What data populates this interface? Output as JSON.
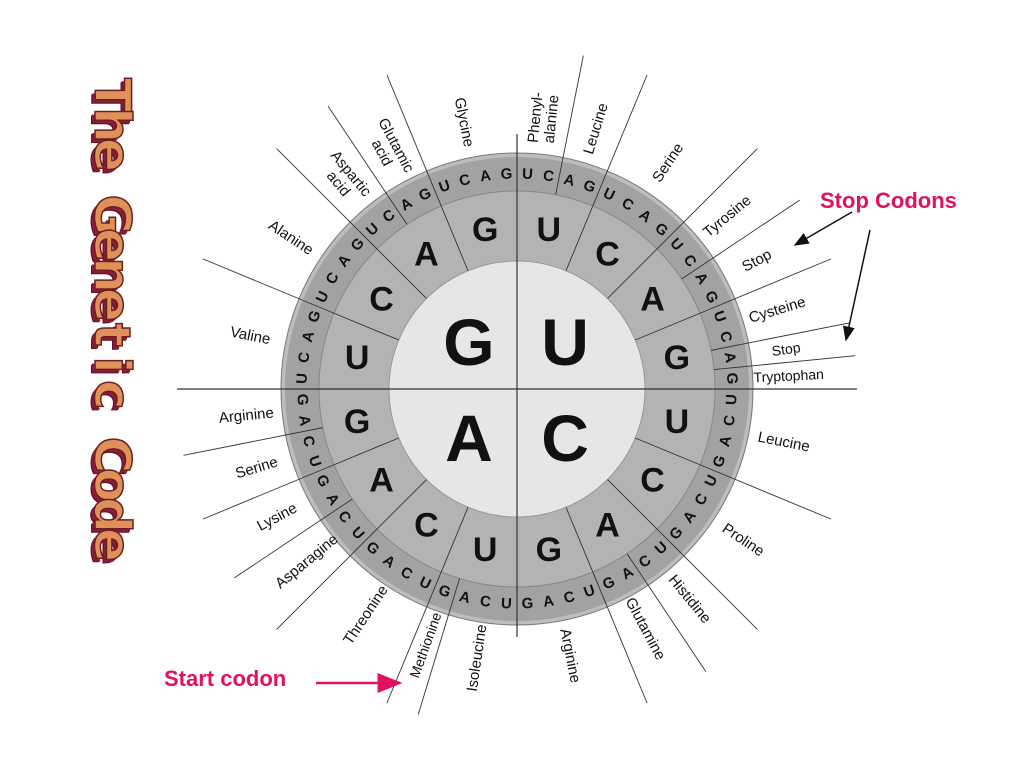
{
  "title": {
    "text": "The Genetic Code",
    "colors": {
      "fill": "#e0915a",
      "outline": "#6b1f1f",
      "shadow": "#8a1c3a"
    }
  },
  "annotations": {
    "stop_codons": "Stop Codons",
    "start_codon": "Start codon",
    "color": "#e0115f"
  },
  "wheel": {
    "inner": [
      {
        "base": "G",
        "quadrant": "top-left"
      },
      {
        "base": "U",
        "quadrant": "top-right"
      },
      {
        "base": "C",
        "quadrant": "bottom-right"
      },
      {
        "base": "A",
        "quadrant": "bottom-left"
      }
    ],
    "second_ring": [
      "U",
      "C",
      "A",
      "G",
      "U",
      "C",
      "A",
      "G",
      "U",
      "C",
      "A",
      "G",
      "U",
      "C",
      "A",
      "G"
    ],
    "third_ring": [
      "U",
      "C",
      "A",
      "G",
      "U",
      "C",
      "A",
      "G",
      "U",
      "C",
      "A",
      "G",
      "U",
      "C",
      "A",
      "G",
      "U",
      "C",
      "A",
      "G",
      "U",
      "C",
      "A",
      "G",
      "U",
      "C",
      "A",
      "G",
      "U",
      "C",
      "A",
      "G",
      "U",
      "C",
      "A",
      "G",
      "U",
      "C",
      "A",
      "G",
      "U",
      "C",
      "A",
      "G",
      "U",
      "C",
      "A",
      "G",
      "U",
      "C",
      "A",
      "G",
      "U",
      "C",
      "A",
      "G",
      "U",
      "C",
      "A",
      "G",
      "U",
      "C",
      "A",
      "G"
    ],
    "amino_acids": [
      {
        "name": "Phenyl-\nalanine",
        "label": [
          "Phenyl-",
          "alanine"
        ],
        "from": 0,
        "to": 2
      },
      {
        "name": "Leucine",
        "label": [
          "Leucine"
        ],
        "from": 2,
        "to": 4
      },
      {
        "name": "Serine",
        "label": [
          "Serine"
        ],
        "from": 4,
        "to": 8
      },
      {
        "name": "Tyrosine",
        "label": [
          "Tyrosine"
        ],
        "from": 8,
        "to": 10
      },
      {
        "name": "Stop",
        "label": [
          "Stop"
        ],
        "from": 10,
        "to": 12
      },
      {
        "name": "Cysteine",
        "label": [
          "Cysteine"
        ],
        "from": 12,
        "to": 14
      },
      {
        "name": "Stop",
        "label": [
          "Stop"
        ],
        "from": 14,
        "to": 15
      },
      {
        "name": "Tryptophan",
        "label": [
          "Tryptophan"
        ],
        "from": 15,
        "to": 16
      },
      {
        "name": "Leucine",
        "label": [
          "Leucine"
        ],
        "from": 16,
        "to": 20
      },
      {
        "name": "Proline",
        "label": [
          "Proline"
        ],
        "from": 20,
        "to": 24
      },
      {
        "name": "Histidine",
        "label": [
          "Histidine"
        ],
        "from": 24,
        "to": 26
      },
      {
        "name": "Glutamine",
        "label": [
          "Glutamine"
        ],
        "from": 26,
        "to": 28
      },
      {
        "name": "Arginine",
        "label": [
          "Arginine"
        ],
        "from": 28,
        "to": 32
      },
      {
        "name": "Isoleucine",
        "label": [
          "Isoleucine"
        ],
        "from": 32,
        "to": 35
      },
      {
        "name": "Methionine",
        "label": [
          "Methionine"
        ],
        "from": 35,
        "to": 36
      },
      {
        "name": "Threonine",
        "label": [
          "Threonine"
        ],
        "from": 36,
        "to": 40
      },
      {
        "name": "Asparagine",
        "label": [
          "Asparagine"
        ],
        "from": 40,
        "to": 42
      },
      {
        "name": "Lysine",
        "label": [
          "Lysine"
        ],
        "from": 42,
        "to": 44
      },
      {
        "name": "Serine",
        "label": [
          "Serine"
        ],
        "from": 44,
        "to": 46
      },
      {
        "name": "Arginine",
        "label": [
          "Arginine"
        ],
        "from": 46,
        "to": 48
      },
      {
        "name": "Valine",
        "label": [
          "Valine"
        ],
        "from": 48,
        "to": 52
      },
      {
        "name": "Alanine",
        "label": [
          "Alanine"
        ],
        "from": 52,
        "to": 56
      },
      {
        "name": "Aspartic\nacid",
        "label": [
          "Aspartic",
          "acid"
        ],
        "from": 56,
        "to": 58
      },
      {
        "name": "Glutamic\nacid",
        "label": [
          "Glutamic",
          "acid"
        ],
        "from": 58,
        "to": 60
      },
      {
        "name": "Glycine",
        "label": [
          "Glycine"
        ],
        "from": 60,
        "to": 64
      }
    ],
    "colors": {
      "center": "#e6e6e6",
      "ring2": "#b3b3b3",
      "ring3": "#a2a2a2",
      "rim": "#bdbdbd",
      "lines": "#333333",
      "text": "#111111"
    }
  }
}
